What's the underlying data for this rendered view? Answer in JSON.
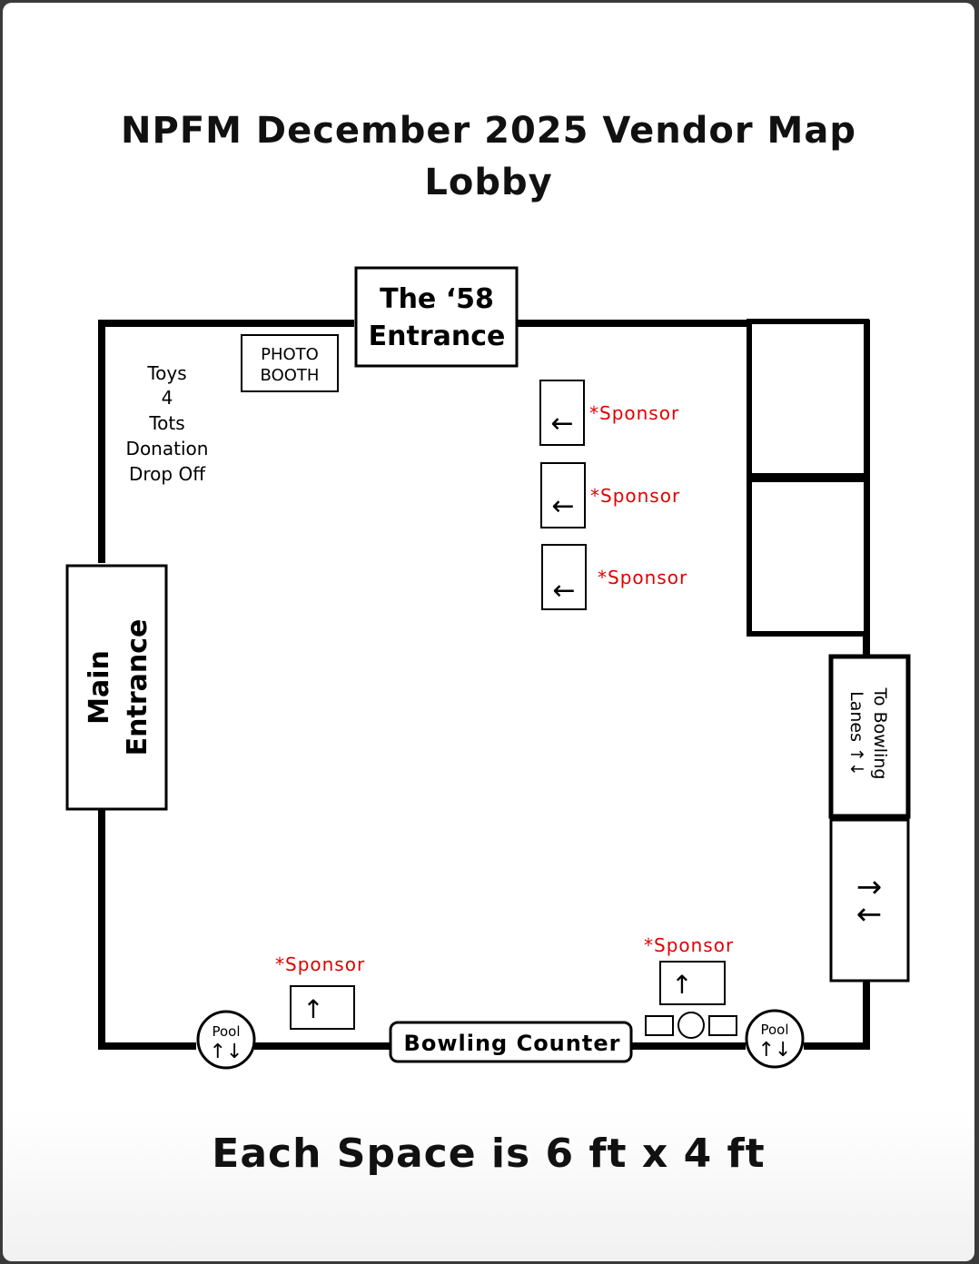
{
  "map": {
    "title": "NPFM December 2025 Vendor Map",
    "subtitle": "Lobby",
    "footer": "Each Space is 6 ft x 4 ft",
    "entrance_58": [
      "The ‘58",
      "Entrance"
    ],
    "photo_booth": [
      "PHOTO",
      "BOOTH"
    ],
    "toys_for_tots": [
      "Toys",
      "4",
      "Tots",
      "Donation",
      "Drop Off"
    ],
    "main_entrance": [
      "Main",
      "Entrance"
    ],
    "bowling_lanes": [
      "To Bowling",
      "Lanes ↑↓"
    ],
    "bowling_counter": "Bowling Counter",
    "pool_label": "Pool",
    "pool_arrows": "↑↓",
    "sponsor_label": "*Sponsor",
    "arrow_left": "←",
    "arrow_up": "↑",
    "arrow_right": "→",
    "sponsor_color": "#e00000",
    "line_color": "#000000"
  }
}
